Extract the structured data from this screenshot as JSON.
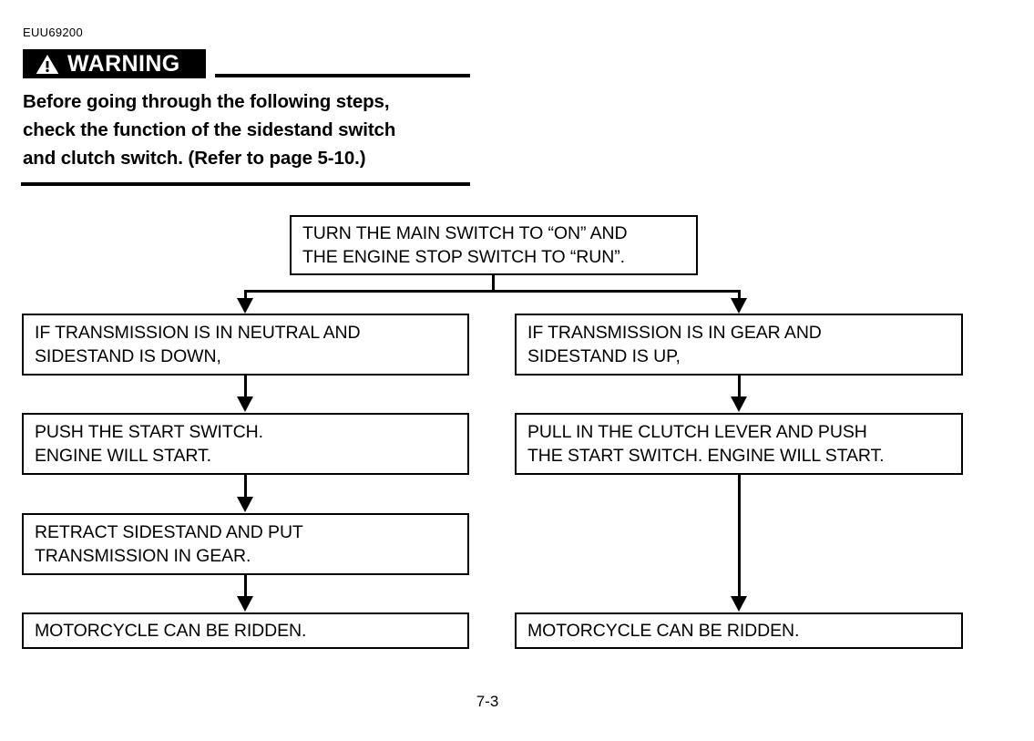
{
  "document": {
    "code": "EUU69200",
    "page_number": "7-3"
  },
  "warning": {
    "icon": "warning-triangle-icon",
    "label": "WARNING",
    "body": "Before going through the following steps,\ncheck the function of the sidestand switch\nand clutch switch. (Refer to page 5-10.)"
  },
  "flowchart": {
    "start": {
      "text": "TURN THE MAIN SWITCH TO “ON” AND\nTHE ENGINE STOP SWITCH TO “RUN”."
    },
    "left_branch": [
      {
        "text": "IF TRANSMISSION IS IN NEUTRAL AND\nSIDESTAND IS DOWN,"
      },
      {
        "text": "PUSH THE START SWITCH.\nENGINE WILL START."
      },
      {
        "text": "RETRACT SIDESTAND AND PUT\nTRANSMISSION IN GEAR."
      },
      {
        "text": "MOTORCYCLE CAN BE RIDDEN."
      }
    ],
    "right_branch": [
      {
        "text": "IF TRANSMISSION IS IN GEAR AND\nSIDESTAND IS UP,"
      },
      {
        "text": "PULL IN THE CLUTCH LEVER AND PUSH\nTHE START SWITCH. ENGINE WILL START."
      },
      {
        "text": "MOTORCYCLE CAN BE RIDDEN."
      }
    ]
  },
  "colors": {
    "ink": "#000000",
    "paper": "#ffffff",
    "warning_banner_bg": "#000000",
    "warning_banner_fg": "#ffffff"
  }
}
